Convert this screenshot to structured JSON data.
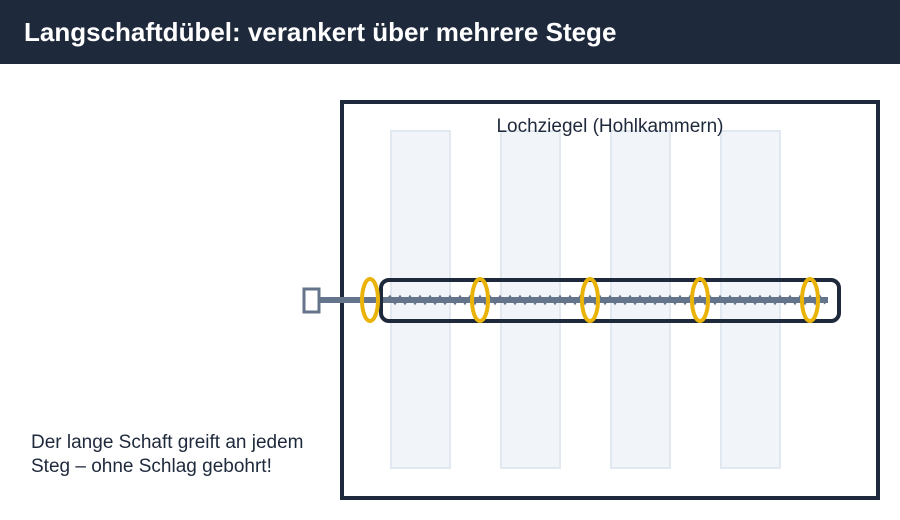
{
  "header": {
    "title": "Langschaftdübel: verankert über mehrere Stege"
  },
  "diagram": {
    "brick_label": "Lochziegel (Hohlkammern)",
    "webs_count": 4,
    "grip_points_count": 5
  },
  "note": {
    "line1": "Der lange Schaft greift an jedem",
    "line2": "Steg – ohne Schlag gebohrt!"
  },
  "colors": {
    "header_bg": "#1e293b",
    "outline": "#1e293b",
    "web_fill": "#f1f5f9",
    "web_stroke": "#e2e8f0",
    "screw": "#64748b",
    "grip_ring": "#eab308"
  }
}
